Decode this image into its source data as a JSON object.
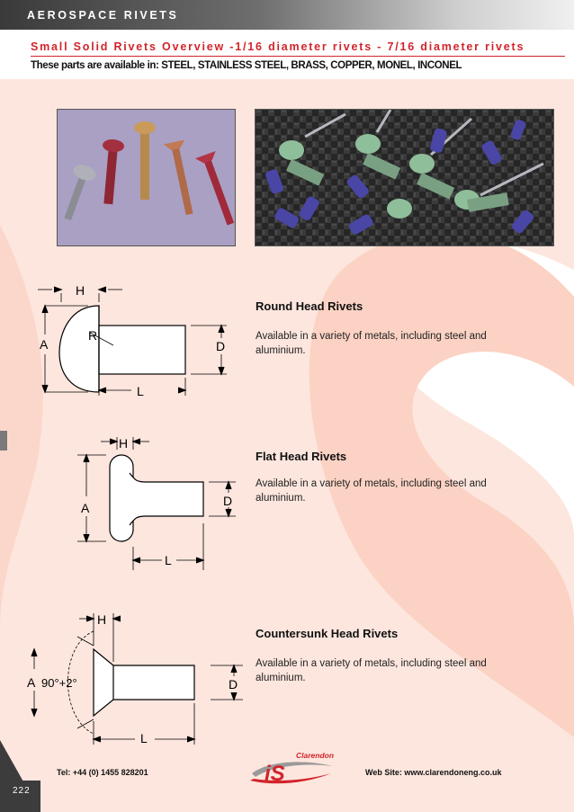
{
  "header": {
    "title": "AEROSPACE RIVETS",
    "subtitle": "Small Solid Rivets Overview -1/16 diameter rivets - 7/16 diameter rivets",
    "materials": "These parts are available in: STEEL, STAINLESS STEEL, BRASS, COPPER, MONEL, INCONEL"
  },
  "sections": [
    {
      "title": "Round Head Rivets",
      "description": "Available in a variety of metals, including steel and aluminium.",
      "dims": {
        "h": "H",
        "a": "A",
        "r": "R",
        "d": "D",
        "l": "L"
      }
    },
    {
      "title": "Flat Head Rivets",
      "description": "Available in a variety of metals, including steel and aluminium.",
      "dims": {
        "h": "H",
        "a": "A",
        "d": "D",
        "l": "L"
      }
    },
    {
      "title": "Countersunk Head Rivets",
      "description": "Available in a variety of metals, including steel and aluminium.",
      "dims": {
        "h": "H",
        "a": "A",
        "angle": "90°+2°",
        "d": "D",
        "l": "L"
      }
    }
  ],
  "footer": {
    "tel": "Tel: +44 (0) 1455 828201",
    "web": "Web Site: www.clarendoneng.co.uk",
    "logo_text": "Clarendon",
    "logo_mark": "iS",
    "page_number": "222"
  },
  "colors": {
    "accent_red": "#d2232a",
    "background_swoosh": "#fbe1d8",
    "header_dark": "#3a3a3a"
  }
}
